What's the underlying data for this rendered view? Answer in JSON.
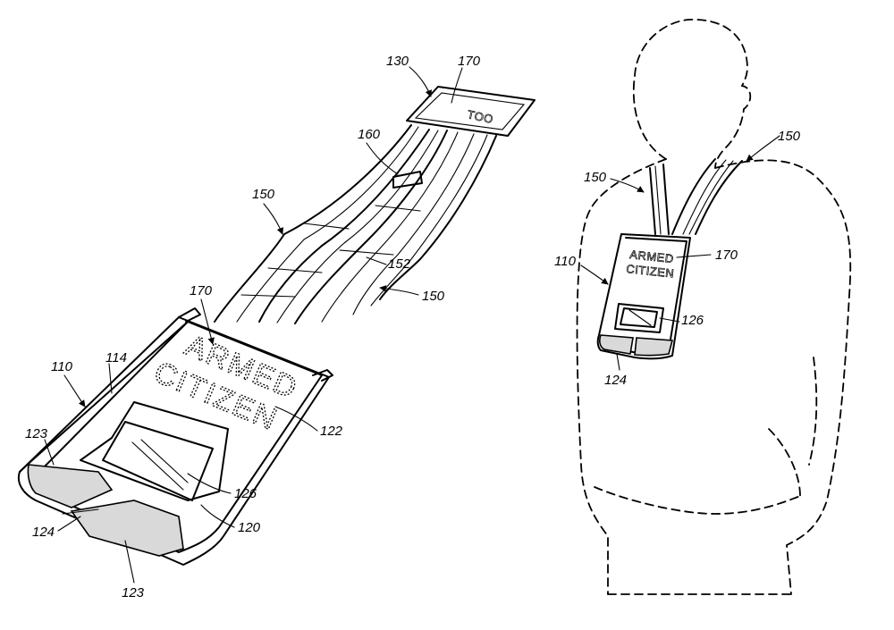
{
  "figure_left": {
    "refs": {
      "r130": "130",
      "r170_top": "170",
      "r160": "160",
      "r150_left": "150",
      "r152": "152",
      "r150_right": "150",
      "r170_mid": "170",
      "r110": "110",
      "r114": "114",
      "r122": "122",
      "r123_top": "123",
      "r126": "126",
      "r120": "120",
      "r124": "124",
      "r123_bottom": "123"
    },
    "panel_text_line1": "ARMED",
    "panel_text_line2": "CITIZEN",
    "end_plate_text": "TOO"
  },
  "figure_right": {
    "refs": {
      "r150_a": "150",
      "r150_b": "150",
      "r110": "110",
      "r170": "170",
      "r126": "126",
      "r124": "124"
    },
    "panel_text_line1": "ARMED",
    "panel_text_line2": "CITIZEN"
  }
}
